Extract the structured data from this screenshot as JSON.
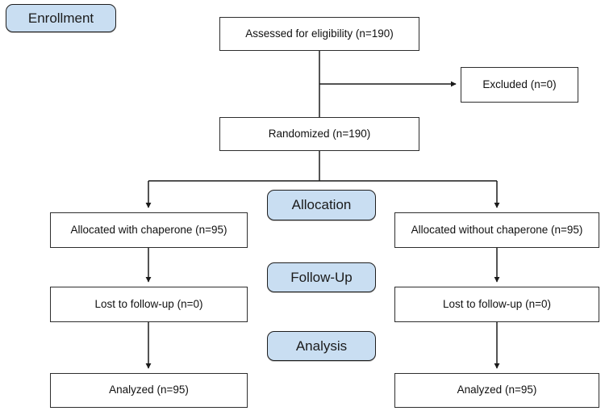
{
  "diagram": {
    "stages": {
      "enrollment": "Enrollment",
      "allocation": "Allocation",
      "followup": "Follow-Up",
      "analysis": "Analysis"
    },
    "nodes": {
      "assessed": "Assessed for eligibility (n=190)",
      "excluded": "Excluded (n=0)",
      "randomized": "Randomized (n=190)",
      "allocated_left": "Allocated with chaperone (n=95)",
      "allocated_right": "Allocated without chaperone (n=95)",
      "lost_left": "Lost to follow-up (n=0)",
      "lost_right": "Lost to follow-up (n=0)",
      "analyzed_left": "Analyzed (n=95)",
      "analyzed_right": "Analyzed (n=95)"
    },
    "colors": {
      "stage_fill": "#c9def2",
      "stage_border": "#1f1f1f",
      "box_border": "#2e2e2e",
      "line": "#1a1a1a",
      "background": "#ffffff"
    }
  }
}
